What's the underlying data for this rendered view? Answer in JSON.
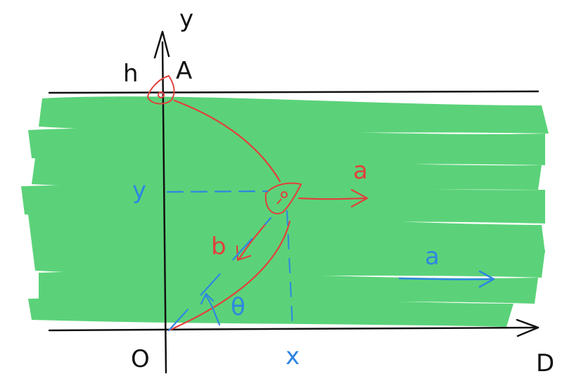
{
  "labels": {
    "y_axis": "y",
    "h": "h",
    "A": "A",
    "boat_velocity_a": "a",
    "y_level": "y",
    "b": "b",
    "river_velocity_a": "a",
    "theta": "θ",
    "origin": "O",
    "x": "x",
    "D": "D"
  },
  "colors": {
    "river": "#3fcb62",
    "axes": "#111111",
    "red": "#e2403c",
    "blue": "#2f86e2"
  }
}
